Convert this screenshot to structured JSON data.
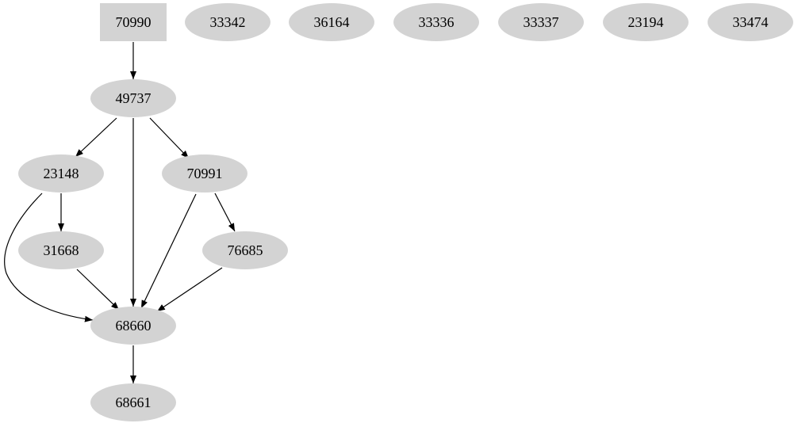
{
  "graph": {
    "nodes": {
      "n70990": "70990",
      "n33342": "33342",
      "n36164": "36164",
      "n33336": "33336",
      "n33337": "33337",
      "n23194": "23194",
      "n33474": "33474",
      "n49737": "49737",
      "n23148": "23148",
      "n70991": "70991",
      "n31668": "31668",
      "n76685": "76685",
      "n68660": "68660",
      "n68661": "68661"
    },
    "edges": [
      [
        "70990",
        "49737"
      ],
      [
        "49737",
        "23148"
      ],
      [
        "49737",
        "68660"
      ],
      [
        "49737",
        "70991"
      ],
      [
        "23148",
        "31668"
      ],
      [
        "23148",
        "68660"
      ],
      [
        "70991",
        "68660"
      ],
      [
        "70991",
        "76685"
      ],
      [
        "31668",
        "68660"
      ],
      [
        "76685",
        "68660"
      ],
      [
        "68660",
        "68661"
      ]
    ]
  }
}
